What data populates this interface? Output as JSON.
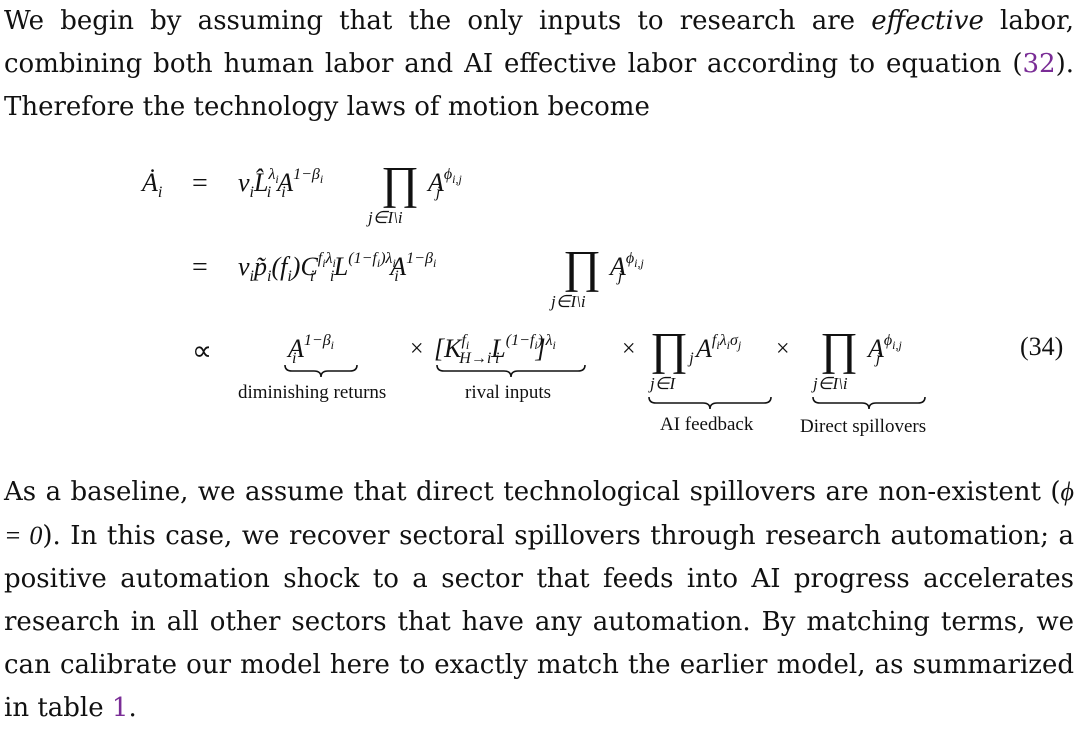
{
  "paragraph_1": {
    "text_before_emph": "We begin by assuming that the only inputs to research are ",
    "emph": "effective",
    "text_after_emph": " labor, combining both human labor and AI effective labor according to equation (",
    "eq_ref": "32",
    "text_end": "). Therefore the technology laws of motion become"
  },
  "equation": {
    "number": "(34)",
    "underbrace_labels": {
      "diminishing": "diminishing returns",
      "rival": "rival inputs",
      "ai_feedback": "AI feedback",
      "direct": "Direct spillovers"
    },
    "prod_index_1": "j∈I\\i",
    "prod_index_2": "j∈I\\i",
    "prod_index_3a": "j∈I",
    "prod_index_3b": "j∈I\\i"
  },
  "paragraph_2": {
    "text_start": "As a baseline, we assume that direct technological spillovers are non-existent (",
    "phi_eq": "ϕ = 0",
    "text_mid": "). In this case, we recover sectoral spillovers through research automation; a positive automation shock to a sector that feeds into AI progress accelerates research in all other sectors that have any automation. By matching terms, we can calibrate our model here to exactly match the earlier model, as summarized in table ",
    "table_ref": "1",
    "text_end": "."
  }
}
